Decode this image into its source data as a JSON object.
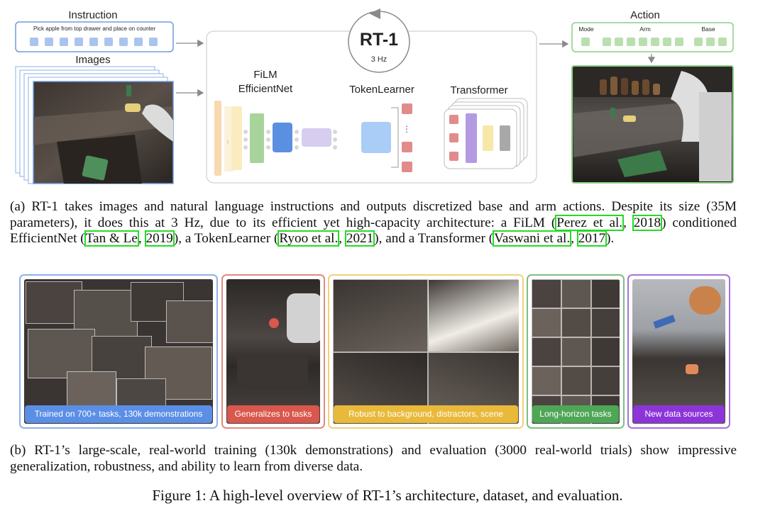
{
  "diagram": {
    "instruction_label": "Instruction",
    "instruction_text": "Pick apple from top drawer and place on counter",
    "images_label": "Images",
    "model_name": "RT-1",
    "model_rate": "3 Hz",
    "film_label_line1": "FiLM",
    "film_label_line2": "EfficientNet",
    "tokenlearner_label": "TokenLearner",
    "transformer_label": "Transformer",
    "token_ellipsis": "⋮",
    "action_label": "Action",
    "action_mode": "Mode",
    "action_arm": "Arm",
    "action_base": "Base",
    "colors": {
      "token_blue": "#a9c4ef",
      "token_green": "#b9dfae",
      "film_orange": "#f8d9b0",
      "film_yellow": "#fbecc0",
      "film_green": "#a8d39b",
      "film_blue": "#5b8fe0",
      "film_purple": "#d7cdef",
      "tl_blue": "#a9cdf7",
      "tl_red": "#e28b8b",
      "tf_purple": "#b49be0",
      "tf_yellow": "#f8e8a8",
      "tf_gray": "#a8a8a8"
    }
  },
  "caption_a": {
    "part1": "(a) RT-1 takes images and natural language instructions and outputs discretized base and arm actions. Despite its size (35M parameters), it does this at 3 Hz, due to its efficient yet high-capacity architecture: a FiLM (",
    "cite1a": "Perez et al.",
    "sep1": ", ",
    "cite1b": "2018",
    "part2": ") conditioned EfficientNet (",
    "cite2a": "Tan & Le",
    "sep2": ", ",
    "cite2b": "2019",
    "part3": "), a TokenLearner (",
    "cite3a": "Ryoo et al.",
    "sep3": ", ",
    "cite3b": "2021",
    "part4": "), and a Transformer (",
    "cite4a": "Vaswani et al.",
    "sep4": ", ",
    "cite4b": "2017",
    "part5": ")."
  },
  "panels": [
    {
      "label": "Trained on 700+ tasks, 130k demonstrations",
      "color": "#5b8fe6",
      "border": "#8fb0ea"
    },
    {
      "label": "Generalizes to tasks",
      "color": "#d9574c",
      "border": "#e08a80"
    },
    {
      "label": "Robust to background, distractors, scene",
      "color": "#e9b93a",
      "border": "#efd27a"
    },
    {
      "label": "Long-horizon tasks",
      "color": "#4ea656",
      "border": "#7cbf80"
    },
    {
      "label": "New data sources",
      "color": "#8d34d9",
      "border": "#a770de"
    }
  ],
  "caption_b": "(b) RT-1’s large-scale, real-world training (130k demonstrations) and evaluation (3000 real-world trials) show impressive generalization, robustness, and ability to learn from diverse data.",
  "figure_caption": "Figure 1: A high-level overview of RT-1’s architecture, dataset, and evaluation."
}
